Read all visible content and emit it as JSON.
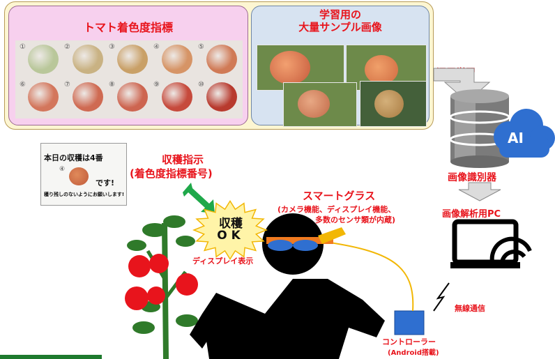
{
  "color_index": {
    "title": "トマト着色度指標",
    "numbers": [
      "①",
      "②",
      "③",
      "④",
      "⑤",
      "⑥",
      "⑦",
      "⑧",
      "⑨",
      "⑩"
    ],
    "colors": [
      "#b9c79a",
      "#c9b283",
      "#c9a067",
      "#d69466",
      "#d07a56",
      "#d3765c",
      "#cf6a52",
      "#cd6550",
      "#c64a3c",
      "#b83a2e"
    ]
  },
  "training": {
    "title_line1": "学習用の",
    "title_line2": "大量サンプル画像"
  },
  "deep_learning": "深層学習",
  "ai_badge": "AI",
  "classifier": "画像識別器",
  "pc": "画像解析用PC",
  "wireless": "無線通信",
  "controller": {
    "line1": "コントローラー",
    "line2": "(Android搭載)"
  },
  "glasses": {
    "title": "スマートグラス",
    "desc_line1": "(カメラ機能、ディスプレイ機能、",
    "desc_line2": "多数のセンサ類が内蔵)"
  },
  "instruction": {
    "line1": "収穫指示",
    "line2": "(着色度指標番号)"
  },
  "display_card": {
    "line1": "本日の収穫は4番",
    "num": "④",
    "line2": "です!",
    "line3": "穫り残しのないようにお願いします!"
  },
  "burst": {
    "line1": "収穫",
    "line2": "OK"
  },
  "display_label": "ディスプレイ表示"
}
